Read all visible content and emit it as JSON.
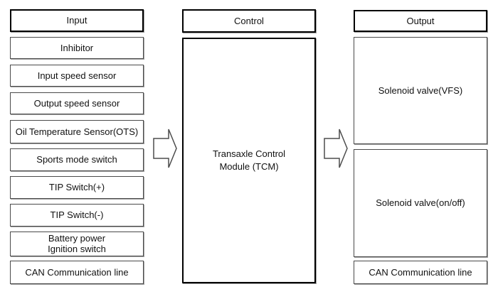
{
  "diagram": {
    "title_hint": "TCM input/control/output block diagram",
    "input": {
      "header": "Input",
      "items": [
        "Inhibitor",
        "Input speed sensor",
        "Output speed sensor",
        "Oil Temperature Sensor(OTS)",
        "Sports mode switch",
        "TIP Switch(+)",
        "TIP Switch(-)",
        "Battery power\nIgnition switch",
        "CAN Communication line"
      ]
    },
    "control": {
      "header": "Control",
      "module": "Transaxle Control\nModule (TCM)"
    },
    "output": {
      "header": "Output",
      "items": [
        "Solenoid valve(VFS)",
        "Solenoid valve(on/off)",
        "CAN Communication line"
      ]
    },
    "icons": {
      "arrow_right": "block-arrow-right"
    },
    "colors": {
      "background": "#ffffff",
      "header_border": "#000000",
      "item_border": "#4a4a4a",
      "shadow": "#9e9e9e",
      "arrow_border": "#4d4d4d",
      "text": "#111111"
    }
  }
}
